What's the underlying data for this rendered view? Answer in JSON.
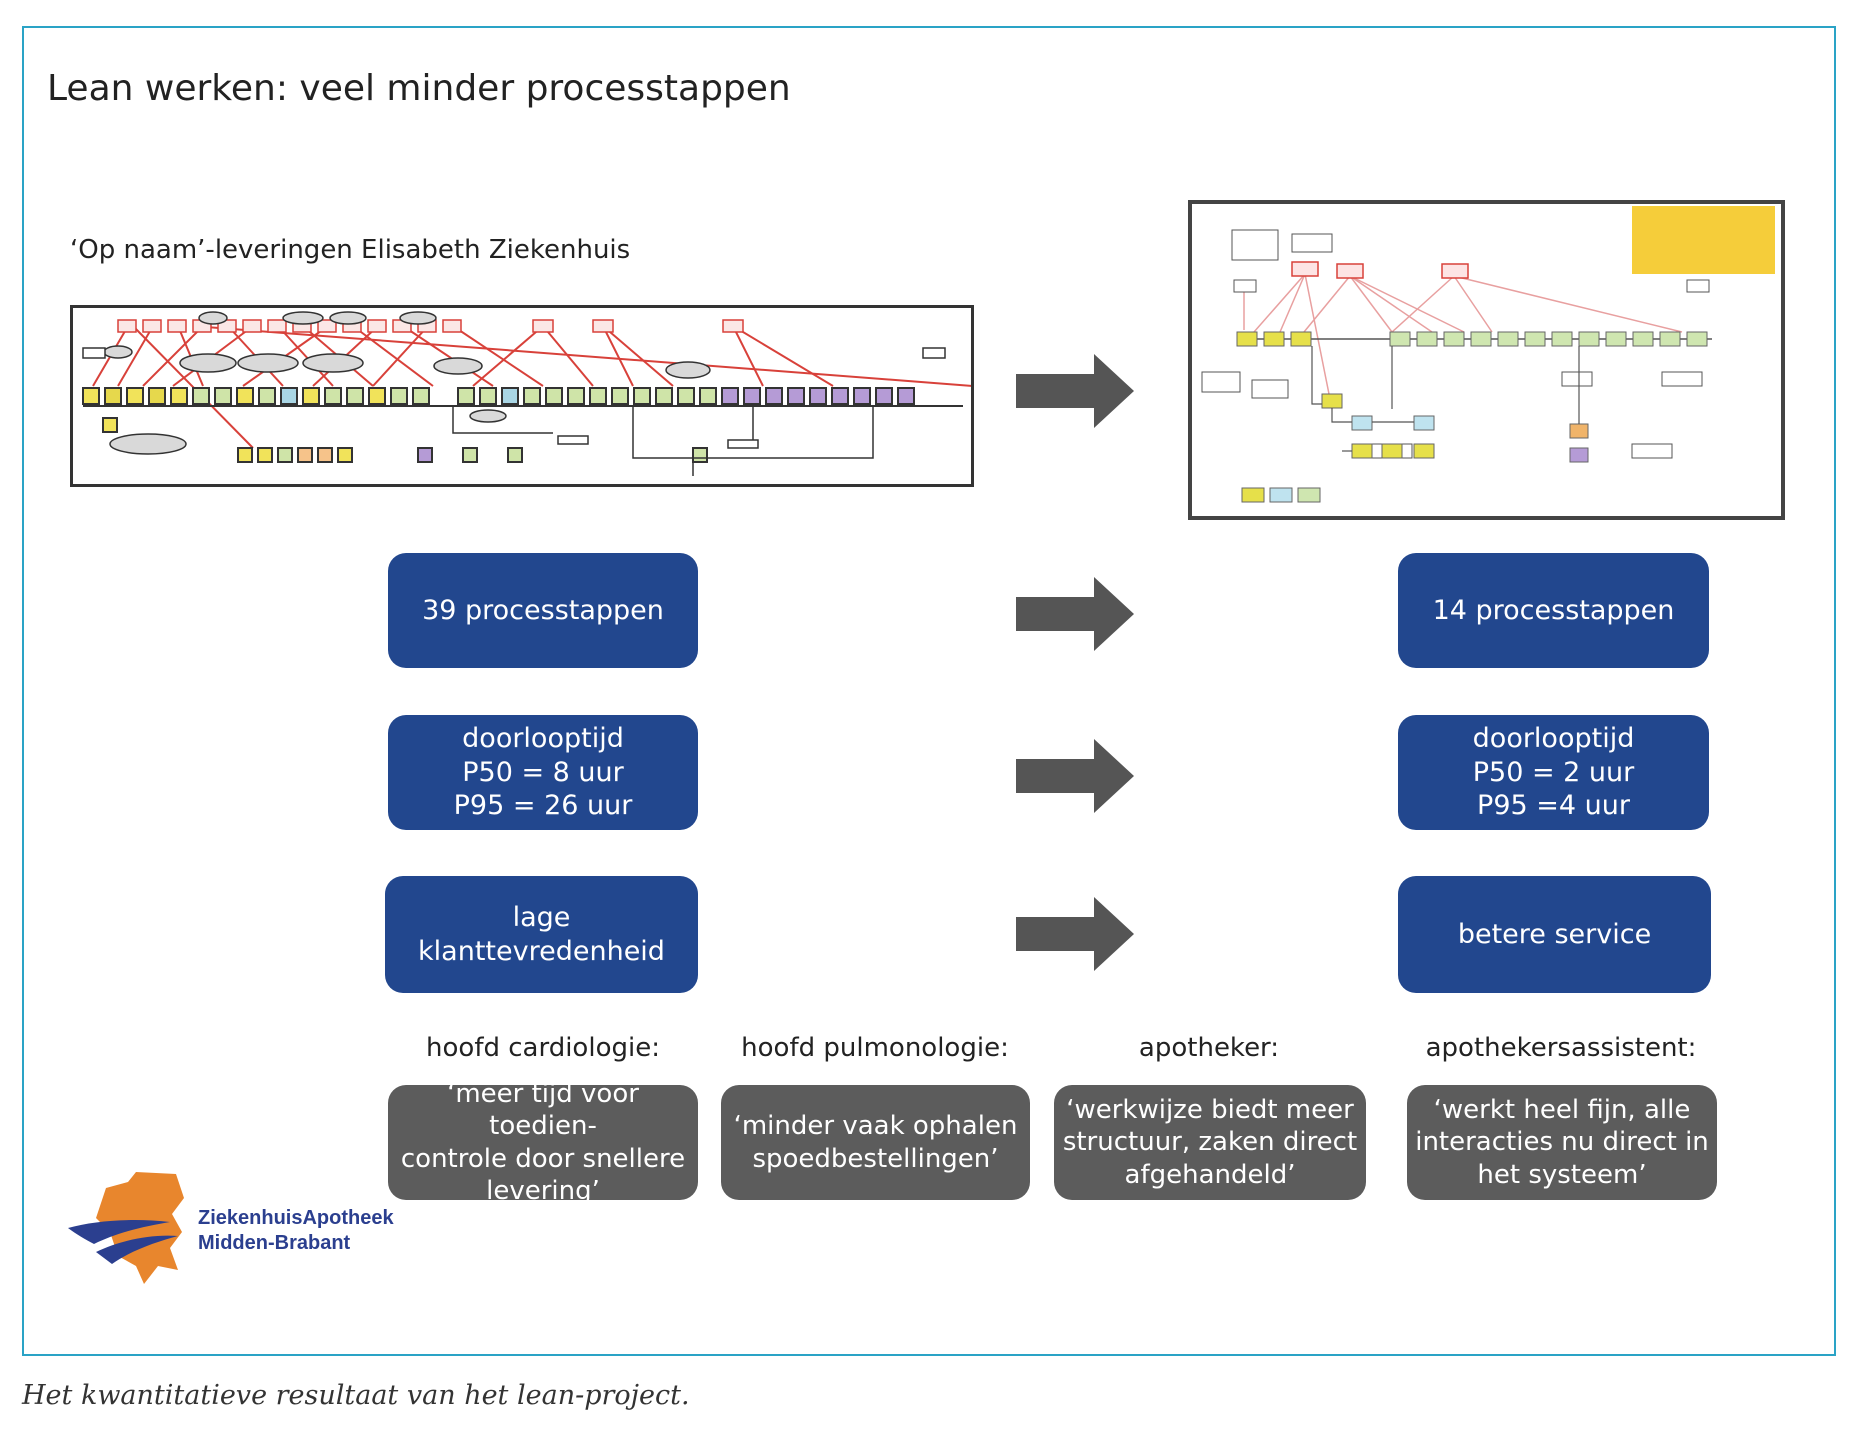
{
  "title": "Lean werken: veel minder processtappen",
  "subtitle": "‘Op naam’-leveringen Elisabeth Ziekenhuis",
  "before": {
    "steps": "39 processtappen",
    "lead_time": [
      "doorlooptijd",
      "P50 = 8 uur",
      "P95 = 26 uur"
    ],
    "satisfaction": [
      "lage",
      "klanttevredenheid"
    ]
  },
  "after": {
    "steps": "14 processtappen",
    "lead_time": [
      "doorlooptijd",
      "P50 = 2 uur",
      "P95 =4 uur"
    ],
    "service": "betere service"
  },
  "quotes": [
    {
      "role": "hoofd cardiologie:",
      "lines": [
        "‘meer tijd voor toedien-",
        "controle door snellere",
        "levering’"
      ]
    },
    {
      "role": "hoofd pulmonologie:",
      "lines": [
        "‘minder vaak ophalen",
        "spoedbestellingen’"
      ]
    },
    {
      "role": "apotheker:",
      "lines": [
        "‘werkwijze biedt meer",
        "structuur, zaken direct",
        "afgehandeld’"
      ]
    },
    {
      "role": "apothekersassistent:",
      "lines": [
        "‘werkt heel fijn, alle",
        "interacties nu direct in",
        "het systeem’"
      ]
    }
  ],
  "logo": {
    "line1": "ZiekenhuisApotheek",
    "line2": "Midden-Brabant"
  },
  "caption": "Het kwantitatieve resultaat van het lean-project.",
  "colors": {
    "frame": "#2aa3c6",
    "blue_box": "#22478e",
    "grey_box": "#5c5c5c",
    "arrow": "#555555",
    "map_red": "#d8413a",
    "logo_orange": "#e8862d"
  }
}
